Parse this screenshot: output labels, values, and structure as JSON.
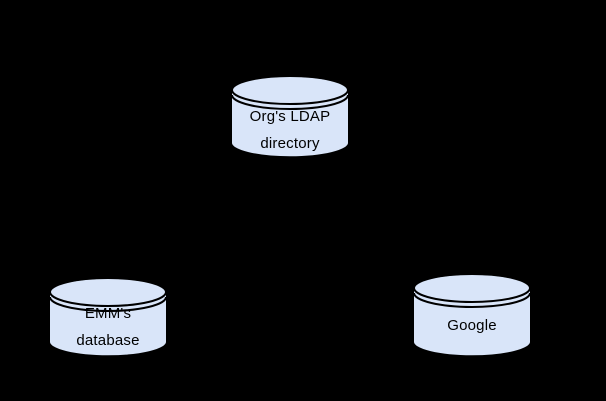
{
  "background": "#000000",
  "colors": {
    "node_fill": "#d9e5f9",
    "node_stroke": "#000000",
    "label_text": "#000000"
  },
  "diagram": {
    "description": "Three database cylinders on black background",
    "nodes": [
      {
        "id": "ldap-directory",
        "type": "database-cylinder",
        "lines": [
          "Org's LDAP",
          "directory"
        ]
      },
      {
        "id": "emm-database",
        "type": "database-cylinder",
        "lines": [
          "EMM's",
          "database"
        ]
      },
      {
        "id": "google",
        "type": "database-cylinder",
        "lines": [
          "Google"
        ]
      }
    ]
  }
}
